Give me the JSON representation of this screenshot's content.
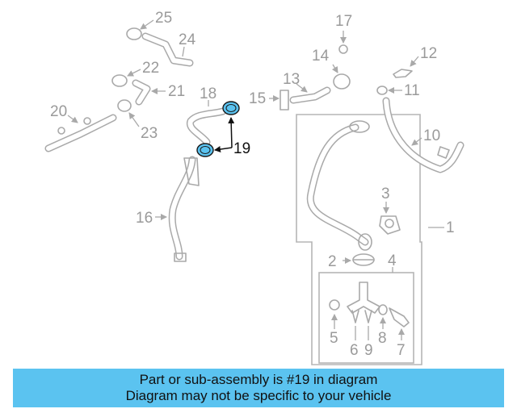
{
  "diagram": {
    "highlighted_part": "19",
    "callouts": [
      "1",
      "2",
      "3",
      "4",
      "5",
      "6",
      "7",
      "8",
      "9",
      "10",
      "11",
      "12",
      "13",
      "14",
      "15",
      "16",
      "17",
      "18",
      "19",
      "20",
      "21",
      "22",
      "23",
      "24",
      "25"
    ]
  },
  "banner": {
    "line1": "Part or sub-assembly is #19 in diagram",
    "line2": "Diagram may not be specific to your vehicle"
  },
  "colors": {
    "highlight": "#5bc3f0",
    "banner_bg": "#5bc3f0",
    "line_art": "#a9a9a9"
  }
}
